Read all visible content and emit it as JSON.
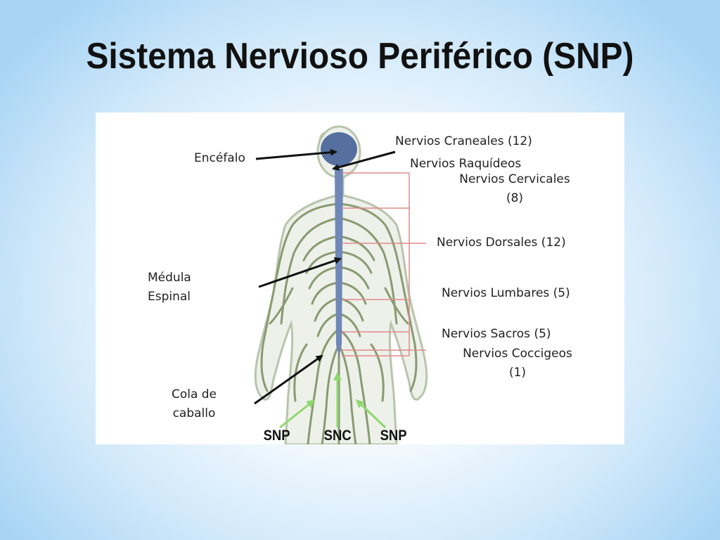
{
  "title": "Sistema Nervioso Periférico (SNP)",
  "labels": {
    "encefalo": "Encéfalo",
    "craneales": "Nervios Craneales (12)",
    "raquideos": "Nervios Raquídeos",
    "cervicales_1": "Nervios Cervicales",
    "cervicales_2": "(8)",
    "dorsales": "Nervios Dorsales (12)",
    "medula_1": "Médula",
    "medula_2": "Espinal",
    "lumbares": "Nervios Lumbares (5)",
    "sacros": "Nervios Sacros (5)",
    "coccigeos_1": "Nervios Coccigeos",
    "coccigeos_2": "(1)",
    "cola_1": "Cola de",
    "cola_2": "caballo"
  },
  "tags": {
    "snp_left": "SNP",
    "snc": "SNC",
    "snp_right": "SNP"
  },
  "colors": {
    "nerve_green": "#8a9a72",
    "body_outline": "#b9c4ad",
    "spinal_blue": "#6f88b8",
    "brain_blue": "#55709f",
    "bracket_red": "#e08a8a",
    "arrow_green": "#8ed86e"
  }
}
